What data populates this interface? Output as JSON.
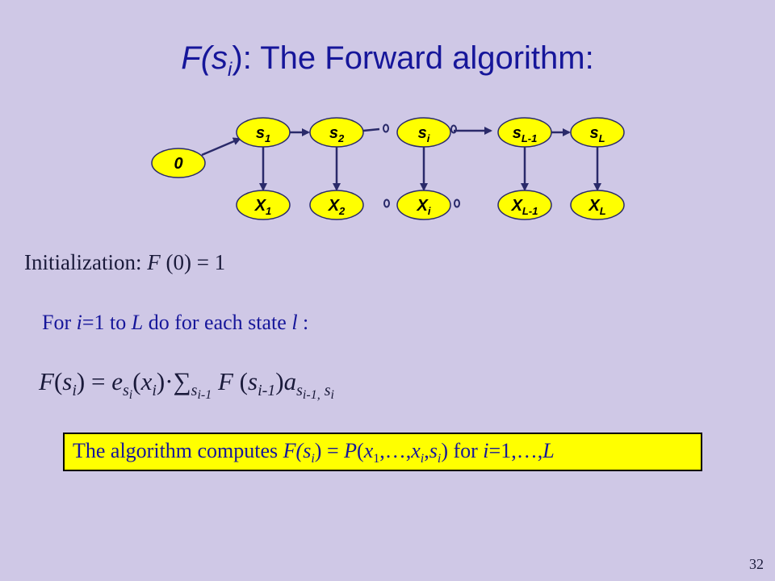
{
  "title": {
    "prefix": "F(",
    "var": "s",
    "sub": "i",
    "suffix": "): The Forward algorithm:"
  },
  "diagram": {
    "start_label": "0",
    "states": [
      {
        "base": "s",
        "sub": "1"
      },
      {
        "base": "s",
        "sub": "2"
      },
      {
        "base": "s",
        "sub": "i"
      },
      {
        "base": "s",
        "sub": "L-1"
      },
      {
        "base": "s",
        "sub": "L"
      }
    ],
    "emissions": [
      {
        "base": "X",
        "sub": "1"
      },
      {
        "base": "X",
        "sub": "2"
      },
      {
        "base": "X",
        "sub": "i"
      },
      {
        "base": "X",
        "sub": "L-1"
      },
      {
        "base": "X",
        "sub": "L"
      }
    ],
    "colors": {
      "node_fill": "#ffff00",
      "node_text": "#000000",
      "edge": "#2a2a6a"
    }
  },
  "init": {
    "prefix": "Initialization: ",
    "fn": "F",
    "rest": " (0) = 1"
  },
  "loop": {
    "prefix": "For ",
    "var_i": "i",
    "mid": "=1 to ",
    "var_L": "L",
    "mid2": " do for each state ",
    "var_l": "l",
    "suffix": " :"
  },
  "recurrence": {
    "lhs_f": "F",
    "lhs_open": "(",
    "lhs_s": "s",
    "lhs_sub": "i",
    "eq": ") = ",
    "e": "e",
    "e_sub_s": "s",
    "e_sub_i": "i",
    "x_open": "(",
    "x": "x",
    "x_sub": "i",
    "x_close": ")·",
    "sum": "∑",
    "sum_sub_s": "s",
    "sum_sub_i": "i-1",
    "f2": " F",
    "f2_open": " (",
    "f2_s": "s",
    "f2_sub": "i-1",
    "f2_close": ")",
    "a": "a",
    "a_sub_s1": "s",
    "a_sub_i1": "i-1,",
    "a_sub_s2": " s",
    "a_sub_i2": "i"
  },
  "summary": {
    "p1": "The algorithm computes ",
    "p2": "F(s",
    "p2_sub": "i",
    "p3": ") = ",
    "p4": "P",
    "p5": "(",
    "p6": "x",
    "p6_sub": "1",
    "p7": ",…,",
    "p8": "x",
    "p8_sub": "i",
    "p9": ",",
    "p10": "s",
    "p10_sub": "i",
    "p11": ") for ",
    "p12": "i",
    "p13": "=1,…,",
    "p14": "L"
  },
  "page_number": "32"
}
